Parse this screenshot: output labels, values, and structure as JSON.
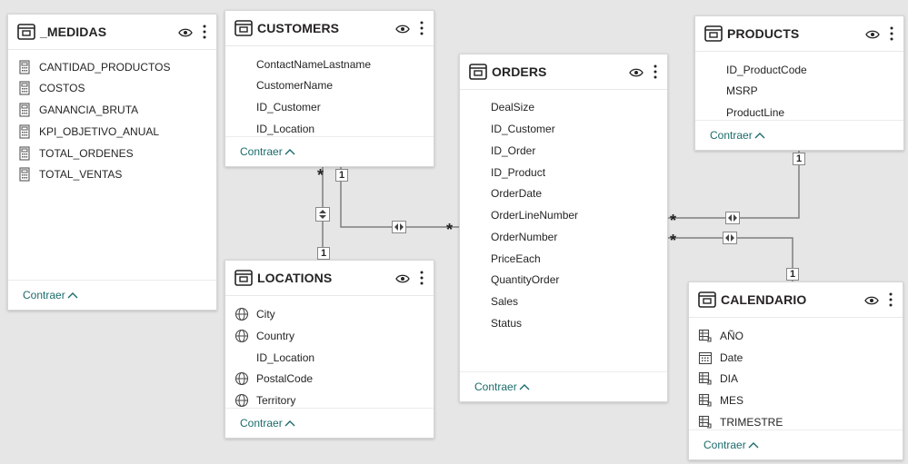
{
  "tables": {
    "medidas": {
      "title": "_MEDIDAS",
      "icon": "table-icon",
      "fields": [
        {
          "label": "CANTIDAD_PRODUCTOS",
          "icon": "calculator-icon"
        },
        {
          "label": "COSTOS",
          "icon": "calculator-icon"
        },
        {
          "label": "GANANCIA_BRUTA",
          "icon": "calculator-icon"
        },
        {
          "label": "KPI_OBJETIVO_ANUAL",
          "icon": "calculator-icon"
        },
        {
          "label": "TOTAL_ORDENES",
          "icon": "calculator-icon"
        },
        {
          "label": "TOTAL_VENTAS",
          "icon": "calculator-icon"
        }
      ],
      "collapse_label": "Contraer"
    },
    "customers": {
      "title": "CUSTOMERS",
      "icon": "table-icon",
      "fields": [
        {
          "label": "ContactNameLastname"
        },
        {
          "label": "CustomerName"
        },
        {
          "label": "ID_Customer"
        },
        {
          "label": "ID_Location"
        }
      ],
      "collapse_label": "Contraer"
    },
    "orders": {
      "title": "ORDERS",
      "icon": "table-icon",
      "fields": [
        {
          "label": "DealSize"
        },
        {
          "label": "ID_Customer"
        },
        {
          "label": "ID_Order"
        },
        {
          "label": "ID_Product"
        },
        {
          "label": "OrderDate"
        },
        {
          "label": "OrderLineNumber"
        },
        {
          "label": "OrderNumber"
        },
        {
          "label": "PriceEach"
        },
        {
          "label": "QuantityOrder"
        },
        {
          "label": "Sales"
        },
        {
          "label": "Status"
        }
      ],
      "collapse_label": "Contraer"
    },
    "products": {
      "title": "PRODUCTS",
      "icon": "table-icon",
      "fields": [
        {
          "label": "ID_ProductCode"
        },
        {
          "label": "MSRP"
        },
        {
          "label": "ProductLine"
        }
      ],
      "collapse_label": "Contraer"
    },
    "locations": {
      "title": "LOCATIONS",
      "icon": "table-icon",
      "fields": [
        {
          "label": "City",
          "icon": "globe-icon"
        },
        {
          "label": "Country",
          "icon": "globe-icon"
        },
        {
          "label": "ID_Location"
        },
        {
          "label": "PostalCode",
          "icon": "globe-icon"
        },
        {
          "label": "Territory",
          "icon": "globe-icon"
        }
      ],
      "collapse_label": "Contraer"
    },
    "calendario": {
      "title": "CALENDARIO",
      "icon": "table-icon",
      "fields": [
        {
          "label": "AÑO",
          "icon": "hierarchy-icon"
        },
        {
          "label": "Date",
          "icon": "calendar-icon"
        },
        {
          "label": "DIA",
          "icon": "hierarchy-icon"
        },
        {
          "label": "MES",
          "icon": "hierarchy-icon"
        },
        {
          "label": "TRIMESTRE",
          "icon": "hierarchy-icon"
        }
      ],
      "collapse_label": "Contraer"
    }
  },
  "relationships": {
    "one": "1",
    "many": "*"
  },
  "colors": {
    "canvas": "#e6e6e6",
    "card": "#ffffff",
    "link": "#1c6b6b",
    "line": "#808080"
  }
}
